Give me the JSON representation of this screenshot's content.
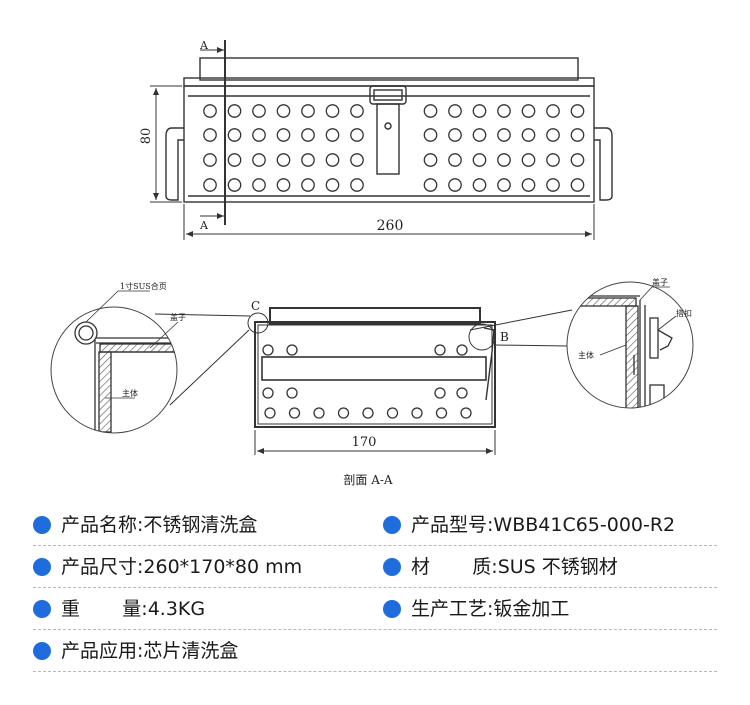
{
  "drawing": {
    "dim_width": "260",
    "dim_height": "80",
    "dim_section_width": "170",
    "section_marker": "A",
    "section_title": "剖面 A-A",
    "detail_c_label": "C",
    "detail_b_label": "B",
    "detail_c_callout_top": "1寸SUS合页",
    "detail_c_callout_lid": "盖子",
    "detail_c_callout_body": "主体",
    "detail_b_callout_lid": "盖子",
    "detail_b_callout_clasp": "搭扣",
    "detail_b_callout_body": "主体",
    "line_color": "#333333",
    "hatch_color": "#555555"
  },
  "specs": {
    "bullet_color": "#1f6ddc",
    "name_label": "产品名称:",
    "name_value": "不锈钢清洗盒",
    "model_label": "产品型号:",
    "model_value": "WBB41C65-000-R2",
    "size_label": "产品尺寸:",
    "size_value": "260*170*80 mm",
    "material_label": "材       质:",
    "material_value": "SUS 不锈钢材",
    "weight_label": "重       量:",
    "weight_value": "4.3KG",
    "process_label": "生产工艺:",
    "process_value": "钣金加工",
    "application_label": "产品应用:",
    "application_value": "芯片清洗盒"
  }
}
